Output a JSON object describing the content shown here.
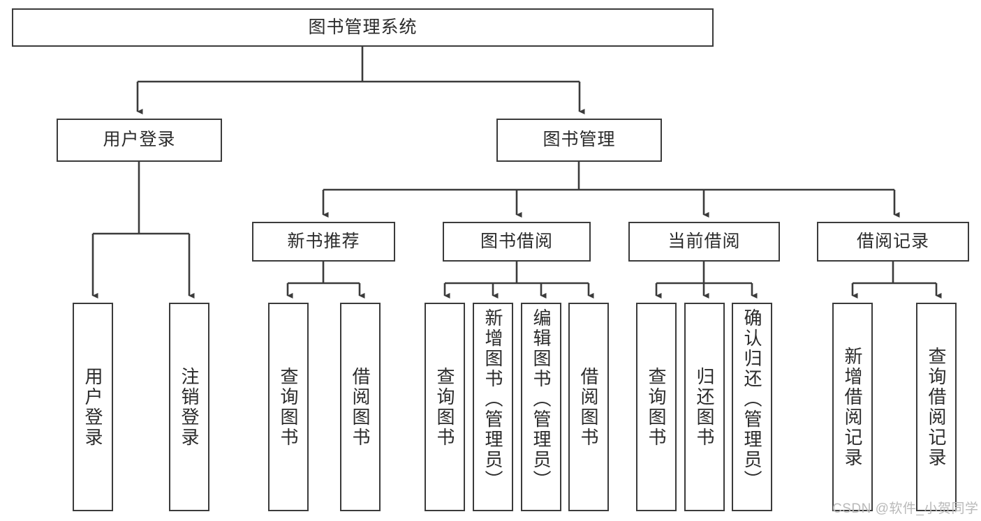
{
  "diagram": {
    "title": "图书管理系统",
    "type": "tree-hierarchy-diagram",
    "root": {
      "label": "图书管理系统"
    },
    "level2": [
      {
        "label": "用户登录"
      },
      {
        "label": "图书管理"
      }
    ],
    "level3": [
      {
        "label": "新书推荐"
      },
      {
        "label": "图书借阅"
      },
      {
        "label": "当前借阅"
      },
      {
        "label": "借阅记录"
      }
    ],
    "leaves": {
      "user_login": [
        {
          "label": "用户登录"
        },
        {
          "label": "注销登录"
        }
      ],
      "new_book_recommend": [
        {
          "label": "查询图书"
        },
        {
          "label": "借阅图书"
        }
      ],
      "book_borrow": [
        {
          "label": "查询图书"
        },
        {
          "label": "新增图书（管理员）"
        },
        {
          "label": "编辑图书（管理员）"
        },
        {
          "label": "借阅图书"
        }
      ],
      "current_borrow": [
        {
          "label": "查询图书"
        },
        {
          "label": "归还图书"
        },
        {
          "label": "确认归还（管理员）"
        }
      ],
      "borrow_record": [
        {
          "label": "新增借阅记录"
        },
        {
          "label": "查询借阅记录"
        }
      ]
    },
    "watermark": "CSDN @软件_小贺同学",
    "colors": {
      "border": "#3b3b3b",
      "text": "#2b2b2b",
      "background": "#ffffff",
      "watermark": "#b9b9b9"
    }
  }
}
